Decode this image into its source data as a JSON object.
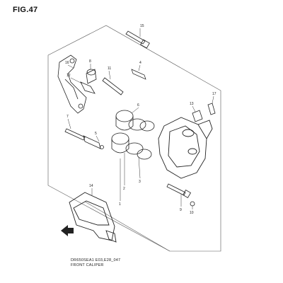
{
  "figure": {
    "title": "FIG.47",
    "code": "DR650SEA1 E03,E28_047",
    "caption": "FRONT CALIPER"
  },
  "callouts": {
    "c15": "15",
    "c16": "16",
    "c4": "4",
    "c8": "8",
    "c11": "11",
    "c12": "12",
    "c5": "5",
    "c6": "6",
    "c3": "3",
    "c2": "2",
    "c1": "1",
    "c7": "7",
    "c13": "13",
    "c17": "17",
    "c9": "9",
    "c10": "10",
    "c14": "14"
  },
  "icons": {
    "front_arrow": "front-direction-arrow-icon"
  }
}
